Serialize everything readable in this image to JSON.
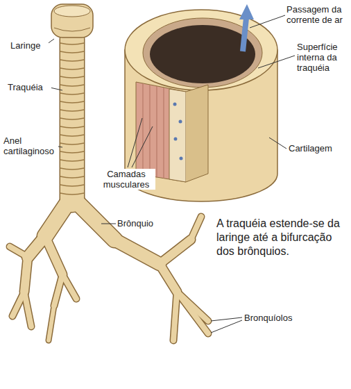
{
  "diagram": {
    "caption": "A traquéia estende-se da laringe até a bifurcação dos brônquios.",
    "labels": [
      "Laringe",
      "Traquéia",
      "Anel cartilaginoso",
      "Camadas musculares",
      "Brônquio",
      "Bronquíolos",
      "Passagem da corrente de ar",
      "Superfície interna da traquéia",
      "Cartilagem"
    ]
  }
}
